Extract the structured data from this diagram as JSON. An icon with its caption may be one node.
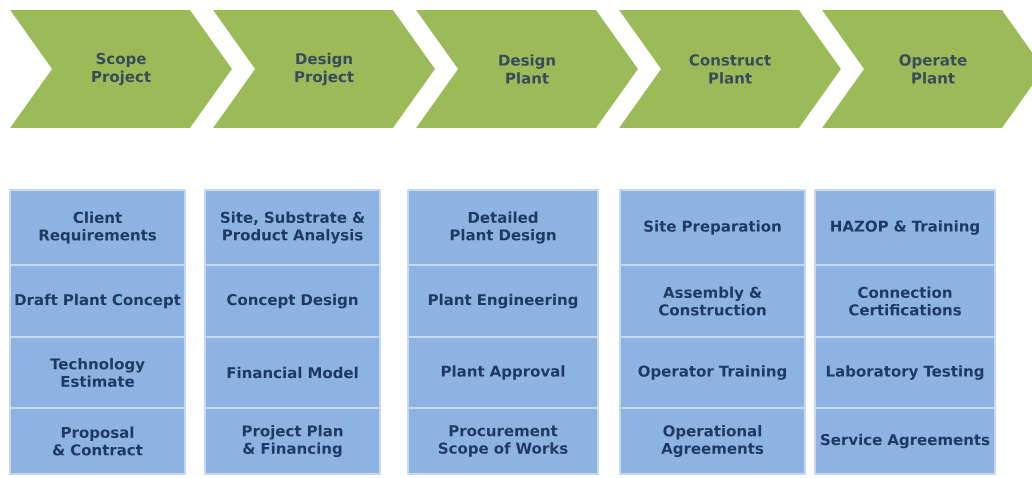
{
  "diagram": {
    "nodes": [
      {
        "text": [
          "Scope Project"
        ]
      },
      {
        "text": [
          "Design Project"
        ]
      },
      {
        "text": [
          "Design Plant"
        ]
      },
      {
        "text": [
          "Construct Plant"
        ]
      },
      {
        "text": [
          "Operate Plant"
        ]
      },
      {
        "text": [
          "Client Requirements"
        ]
      },
      {
        "text": [
          "Site, Substrate & Product Analysis"
        ]
      },
      {
        "text": [
          "Detailed Plant Design"
        ]
      },
      {
        "text": [
          "Site Preparation"
        ]
      },
      {
        "text": [
          "HAZOP & Training"
        ]
      },
      {
        "text": [
          "Draft Plant Concept"
        ]
      },
      {
        "text": [
          "Concept Design"
        ]
      },
      {
        "text": [
          "Plant Engineering"
        ]
      },
      {
        "text": [
          "Assembly & Construction"
        ]
      },
      {
        "text": [
          "Connection Certifications"
        ]
      },
      {
        "text": [
          "Technology Estimate"
        ]
      },
      {
        "text": [
          "Financial Model"
        ]
      },
      {
        "text": [
          "Plant Approval"
        ]
      },
      {
        "text": [
          "Operator Training"
        ]
      },
      {
        "text": [
          "Laboratory Testing"
        ]
      },
      {
        "text": [
          "Proposal & Contract"
        ]
      },
      {
        "text": [
          "Project Plan & Financing"
        ]
      },
      {
        "text": [
          "Procurement Scope of Works"
        ]
      },
      {
        "text": [
          "Operational Agreements"
        ]
      },
      {
        "text": [
          "Service Agreements"
        ]
      }
    ]
  }
}
